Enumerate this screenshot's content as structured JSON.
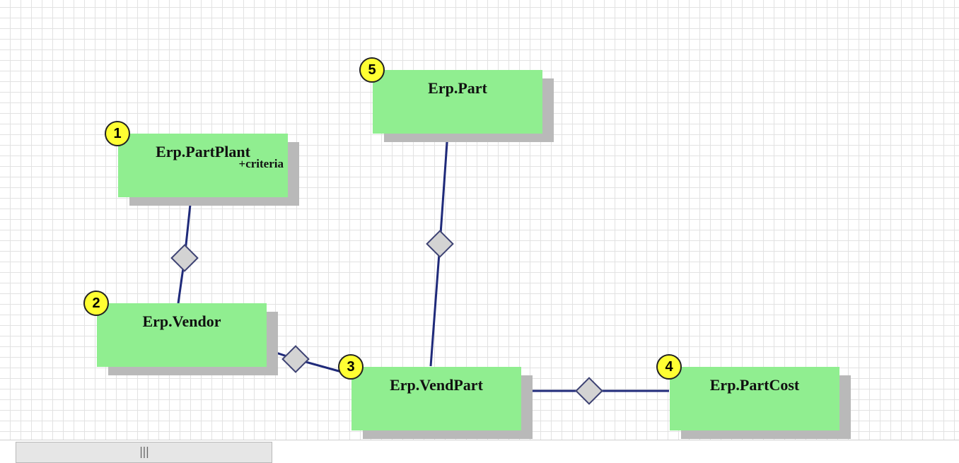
{
  "diagram": {
    "nodes": [
      {
        "id": "partplant",
        "badge": "1",
        "title": "Erp.PartPlant",
        "subtitle": "+criteria"
      },
      {
        "id": "vendor",
        "badge": "2",
        "title": "Erp.Vendor"
      },
      {
        "id": "vendpart",
        "badge": "3",
        "title": "Erp.VendPart"
      },
      {
        "id": "partcost",
        "badge": "4",
        "title": "Erp.PartCost"
      },
      {
        "id": "part",
        "badge": "5",
        "title": "Erp.Part"
      }
    ],
    "relations": [
      {
        "from": "partplant",
        "to": "vendor"
      },
      {
        "from": "vendor",
        "to": "vendpart"
      },
      {
        "from": "part",
        "to": "vendpart"
      },
      {
        "from": "vendpart",
        "to": "partcost"
      }
    ],
    "colors": {
      "node_fill": "#90ee90",
      "node_shadow": "#b9b9b9",
      "badge_fill": "#ffff33",
      "link_stroke": "#1f2a7a",
      "diamond_fill": "#d3d3d3"
    }
  },
  "scrollbar": {
    "grip": "|||"
  }
}
